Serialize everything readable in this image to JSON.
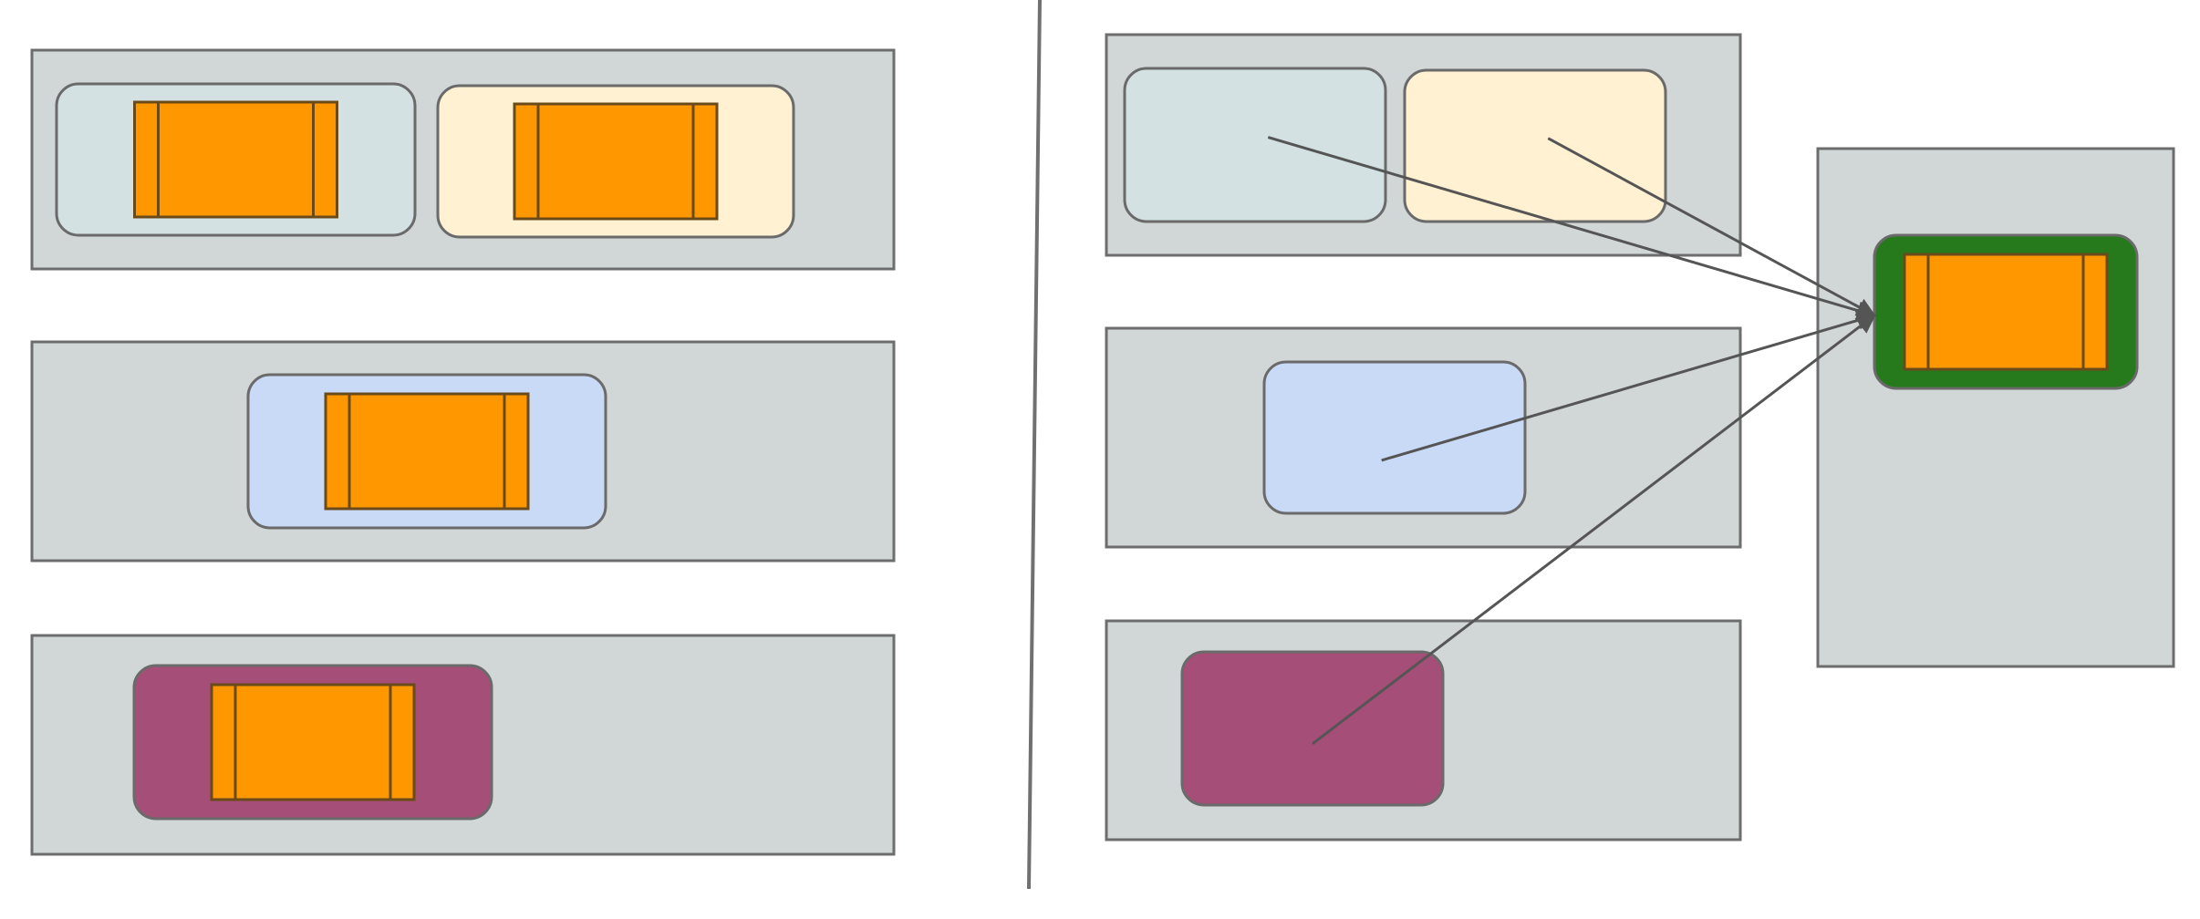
{
  "diagram": {
    "colors": {
      "background": "#ffffff",
      "lane_fill": "#d1d6d6",
      "lane_stroke": "#6d6d6d",
      "card_stroke": "#6a6a6a",
      "item_fill": "#ff9800",
      "item_stroke": "#6b4a1a",
      "divider": "#707070",
      "arrow": "#555555",
      "teal_card": "#d3e1e3",
      "cream_card": "#fff1d2",
      "blue_card": "#c9daf6",
      "plum_card": "#a54e77",
      "green_card": "#267a1b"
    },
    "left_panel": {
      "lanes": [
        {
          "cards": [
            {
              "color": "teal_card",
              "has_item": true
            },
            {
              "color": "cream_card",
              "has_item": true
            }
          ]
        },
        {
          "cards": [
            {
              "color": "blue_card",
              "has_item": true
            }
          ]
        },
        {
          "cards": [
            {
              "color": "plum_card",
              "has_item": true
            }
          ]
        }
      ]
    },
    "right_panel": {
      "source_lanes": [
        {
          "cards": [
            {
              "color": "teal_card",
              "has_item": false
            },
            {
              "color": "cream_card",
              "has_item": false
            }
          ]
        },
        {
          "cards": [
            {
              "color": "blue_card",
              "has_item": false
            }
          ]
        },
        {
          "cards": [
            {
              "color": "plum_card",
              "has_item": false
            }
          ]
        }
      ],
      "target_lane": {
        "cards": [
          {
            "color": "green_card",
            "has_item": true
          }
        ]
      },
      "arrows": [
        {
          "from": "teal_card",
          "to": "green_card"
        },
        {
          "from": "cream_card",
          "to": "green_card"
        },
        {
          "from": "blue_card",
          "to": "green_card"
        },
        {
          "from": "plum_card",
          "to": "green_card"
        }
      ]
    }
  }
}
